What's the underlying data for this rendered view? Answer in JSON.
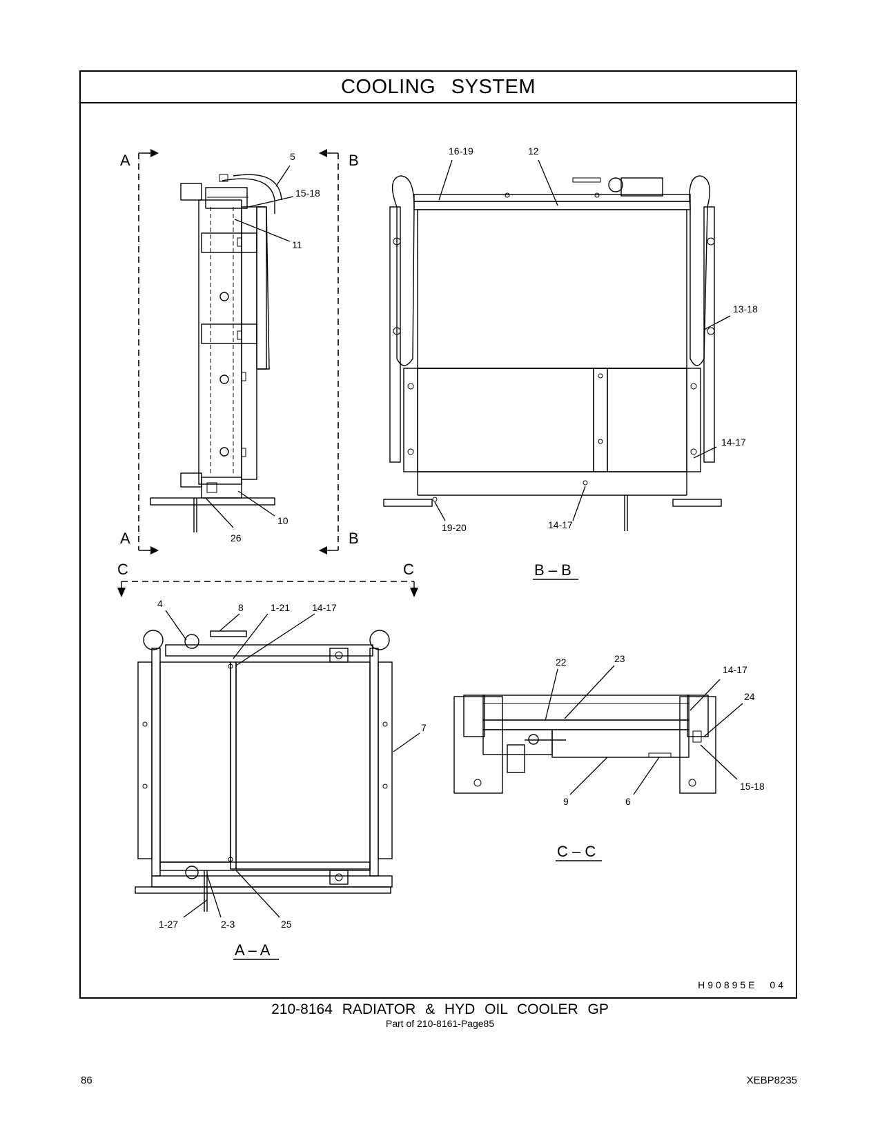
{
  "title": "COOLING SYSTEM",
  "drawing_id": "H90895E 04",
  "group_title": "210-8164 RADIATOR & HYD OIL COOLER GP",
  "group_subtitle": "Part of 210-8161-Page85",
  "page_number": "86",
  "document_code": "XEBP8235",
  "section_views": {
    "aa": "A – A",
    "bb": "B – B",
    "cc": "C – C"
  },
  "cut_markers": {
    "a_top": "A",
    "a_bottom": "A",
    "b_top": "B",
    "b_bottom": "B",
    "c_left": "C",
    "c_right": "C"
  },
  "side_view_callouts": [
    "5",
    "15-18",
    "11",
    "10",
    "26"
  ],
  "bb_view_callouts": [
    "16-19",
    "12",
    "13-18",
    "14-17",
    "19-20",
    "14-17"
  ],
  "aa_view_callouts": [
    "4",
    "8",
    "1-21",
    "14-17",
    "7",
    "1-27",
    "2-3",
    "25"
  ],
  "cc_view_callouts": [
    "22",
    "23",
    "14-17",
    "24",
    "15-18",
    "9",
    "6"
  ]
}
